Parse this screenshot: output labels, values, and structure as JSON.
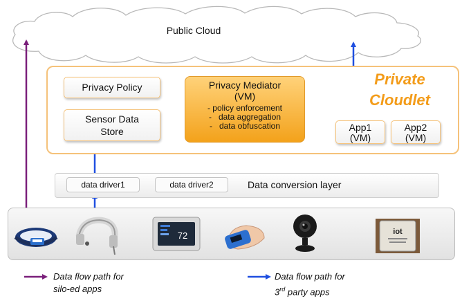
{
  "cloud": {
    "label": "Public Cloud"
  },
  "cloudlet": {
    "title_line1": "Private",
    "title_line2": "Cloudlet"
  },
  "privacy_policy": {
    "label": "Privacy Policy"
  },
  "sensor_store": {
    "line1": "Sensor Data",
    "line2": "Store"
  },
  "mediator": {
    "title_line1": "Privacy Mediator",
    "title_line2": "(VM)",
    "items": [
      "- policy enforcement",
      "-   data aggregation",
      "-   data obfuscation"
    ]
  },
  "apps": [
    {
      "line1": "App1",
      "line2": "(VM)"
    },
    {
      "line1": "App2",
      "line2": "(VM)"
    }
  ],
  "conversion": {
    "label": "Data conversion layer",
    "drivers": [
      "data driver1",
      "data driver2"
    ]
  },
  "devices": {
    "items": [
      "wristband",
      "headset",
      "thermostat",
      "pulse-oximeter",
      "webcam",
      "door-sensor"
    ],
    "thermostat_reading": "72",
    "door_sensor_text": "iot"
  },
  "legend": {
    "silo": {
      "line1": "Data flow path for",
      "line2": "silo-ed apps",
      "color": "#7a1f7a"
    },
    "third_party": {
      "line1": "Data flow path for",
      "line2_prefix": "3",
      "line2_sup": "rd",
      "line2_suffix": " party apps",
      "color": "#1f4fe0"
    }
  },
  "colors": {
    "accent_orange": "#f39c1a",
    "cloudlet_border": "#f5c27a",
    "arrow_blue": "#1f4fe0",
    "arrow_purple": "#7a1f7a"
  }
}
